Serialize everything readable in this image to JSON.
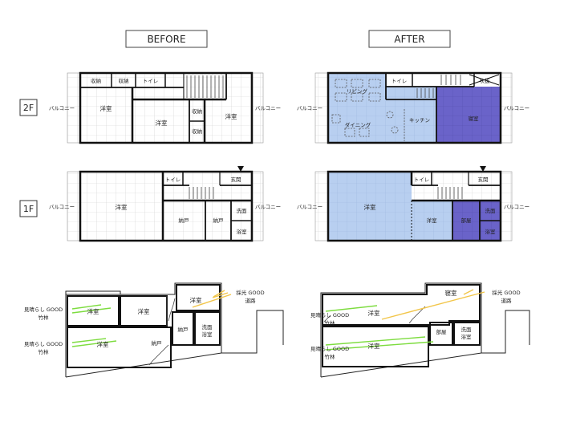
{
  "headings": {
    "before": "BEFORE",
    "after": "AFTER"
  },
  "floors": {
    "second": "2F",
    "first": "1F"
  },
  "balcony": "バルコニー",
  "before_2f": {
    "storage1": "収納",
    "storage2": "収納",
    "toilet": "トイレ",
    "room_left": "洋室",
    "room_mid": "洋室",
    "storage3": "収納",
    "storage4": "収納",
    "room_right": "洋室"
  },
  "after_2f": {
    "living": "リビング",
    "toilet": "トイレ",
    "stairwell": "吹抜",
    "dining": "ダイニング",
    "kitchen": "キッチン",
    "bedroom": "寝室"
  },
  "before_1f": {
    "toilet": "トイレ",
    "entrance": "玄関",
    "room": "洋室",
    "closet1": "納戸",
    "closet2": "納戸",
    "washroom": "洗面",
    "bathroom": "浴室"
  },
  "after_1f": {
    "toilet": "トイレ",
    "entrance": "玄関",
    "room_main": "洋室",
    "room_mid": "洋室",
    "room_small": "部屋",
    "washroom": "洗面",
    "bathroom": "浴室"
  },
  "section_before": {
    "view1": "見晴らし GOOD",
    "bamboo1": "竹林",
    "view2": "見晴らし GOOD",
    "bamboo2": "竹林",
    "light": "採光 GOOD",
    "road": "道路",
    "room_upper_left": "洋室",
    "room_upper_mid": "洋室",
    "room_upper_right": "洋室",
    "room_lower": "洋室",
    "closet1": "納戸",
    "closet2": "納戸",
    "washroom": "洗面",
    "bathroom": "浴室"
  },
  "section_after": {
    "light": "採光 GOOD",
    "road": "道路",
    "view1": "見晴らし GOOD",
    "bamboo1": "竹林",
    "view2": "見晴らし GOOD",
    "bamboo2": "竹林",
    "bedroom": "寝室",
    "room_upper": "洋室",
    "room_small": "部屋",
    "washroom": "洗面",
    "bathroom": "浴室",
    "room_lower": "洋室"
  },
  "colors": {
    "light_blue": "#b8cff0",
    "dark_blue": "#6a63c9",
    "wall": "#111111",
    "grid": "#cccccc",
    "view_line": "#7ddc3f",
    "light_line": "#f2c64a"
  }
}
